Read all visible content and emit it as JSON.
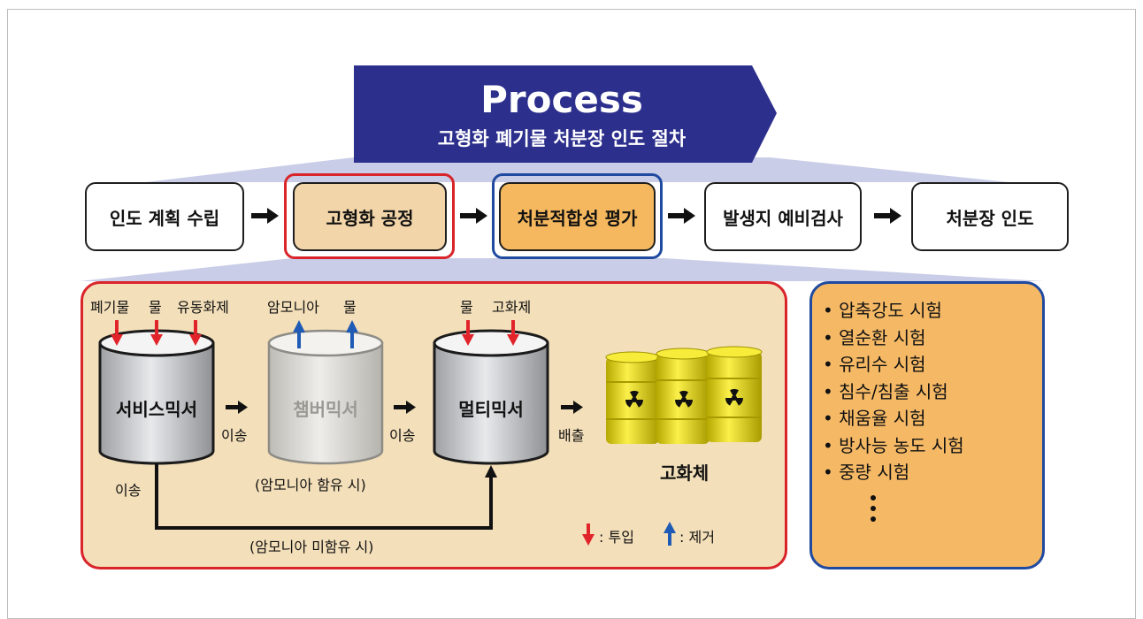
{
  "banner": {
    "title": "Process",
    "subtitle": "고형화 폐기물 처분장 인도 절차",
    "color": "#2c2f8c"
  },
  "steps": [
    {
      "label": "인도 계획 수립",
      "style": "plain"
    },
    {
      "label": "고형화 공정",
      "style": "tan",
      "highlight": "#d9242a"
    },
    {
      "label": "처분적합성 평가",
      "style": "orange",
      "highlight": "#1f4aa0"
    },
    {
      "label": "발생지 예비검사",
      "style": "plain"
    },
    {
      "label": "처분장 인도",
      "style": "plain"
    }
  ],
  "solidification": {
    "mixers": [
      {
        "name": "서비스믹서",
        "inputs": [
          "폐기물",
          "물",
          "유동화제"
        ],
        "dimmed": false
      },
      {
        "name": "챔버믹서",
        "outputs": [
          "암모니아",
          "물"
        ],
        "dimmed": true,
        "note": "(암모니아 함유 시)"
      },
      {
        "name": "멀티믹서",
        "inputs": [
          "물",
          "고화제"
        ],
        "dimmed": false
      }
    ],
    "transfer_label": "이송",
    "discharge_label": "배출",
    "bypass_label": "(암모니아 미함유 시)",
    "product_label": "고화체",
    "legend": {
      "input": ": 투입",
      "remove": ": 제거"
    },
    "colors": {
      "input_arrow": "#e0242a",
      "remove_arrow": "#1f5bb5",
      "drum": "#e9d900"
    }
  },
  "tests": [
    "압축강도 시험",
    "열순환 시험",
    "유리수 시험",
    "침수/침출 시험",
    "채움율 시험",
    "방사능 농도 시험",
    "중량 시험"
  ]
}
